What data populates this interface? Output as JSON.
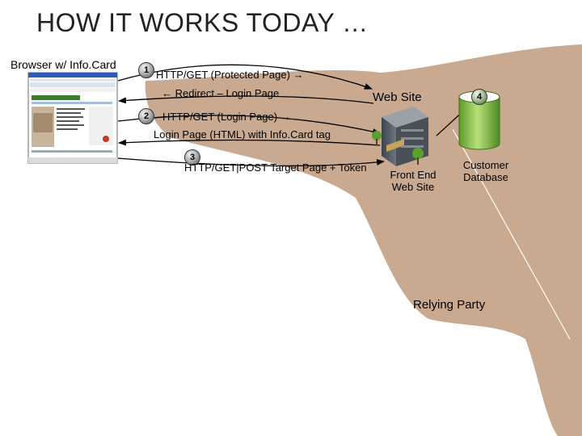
{
  "title": "HOW IT WORKS TODAY …",
  "browser_label": "Browser w/ Info.Card",
  "steps": [
    {
      "number": "1",
      "lines": [
        "HTTP/GET  (Protected Page) →",
        "← Redirect – Login Page"
      ]
    },
    {
      "number": "2",
      "lines": [
        "HTTP/GET  (Login Page) →",
        "Login Page (HTML) with Info.Card tag"
      ]
    },
    {
      "number": "3",
      "lines": [
        "HTTP/GET|POST Target Page + Token"
      ]
    },
    {
      "number": "4",
      "lines": []
    }
  ],
  "web_site_label": "Web Site",
  "front_end_label": [
    "Front End",
    "Web Site"
  ],
  "database_label": [
    "Customer",
    "Database"
  ],
  "relying_party_label": "Relying Party",
  "colors": {
    "region_fill": "#c9a98f",
    "title_text": "#222222",
    "database_fill": "#8cc63f",
    "server_body": "#5a6068"
  }
}
